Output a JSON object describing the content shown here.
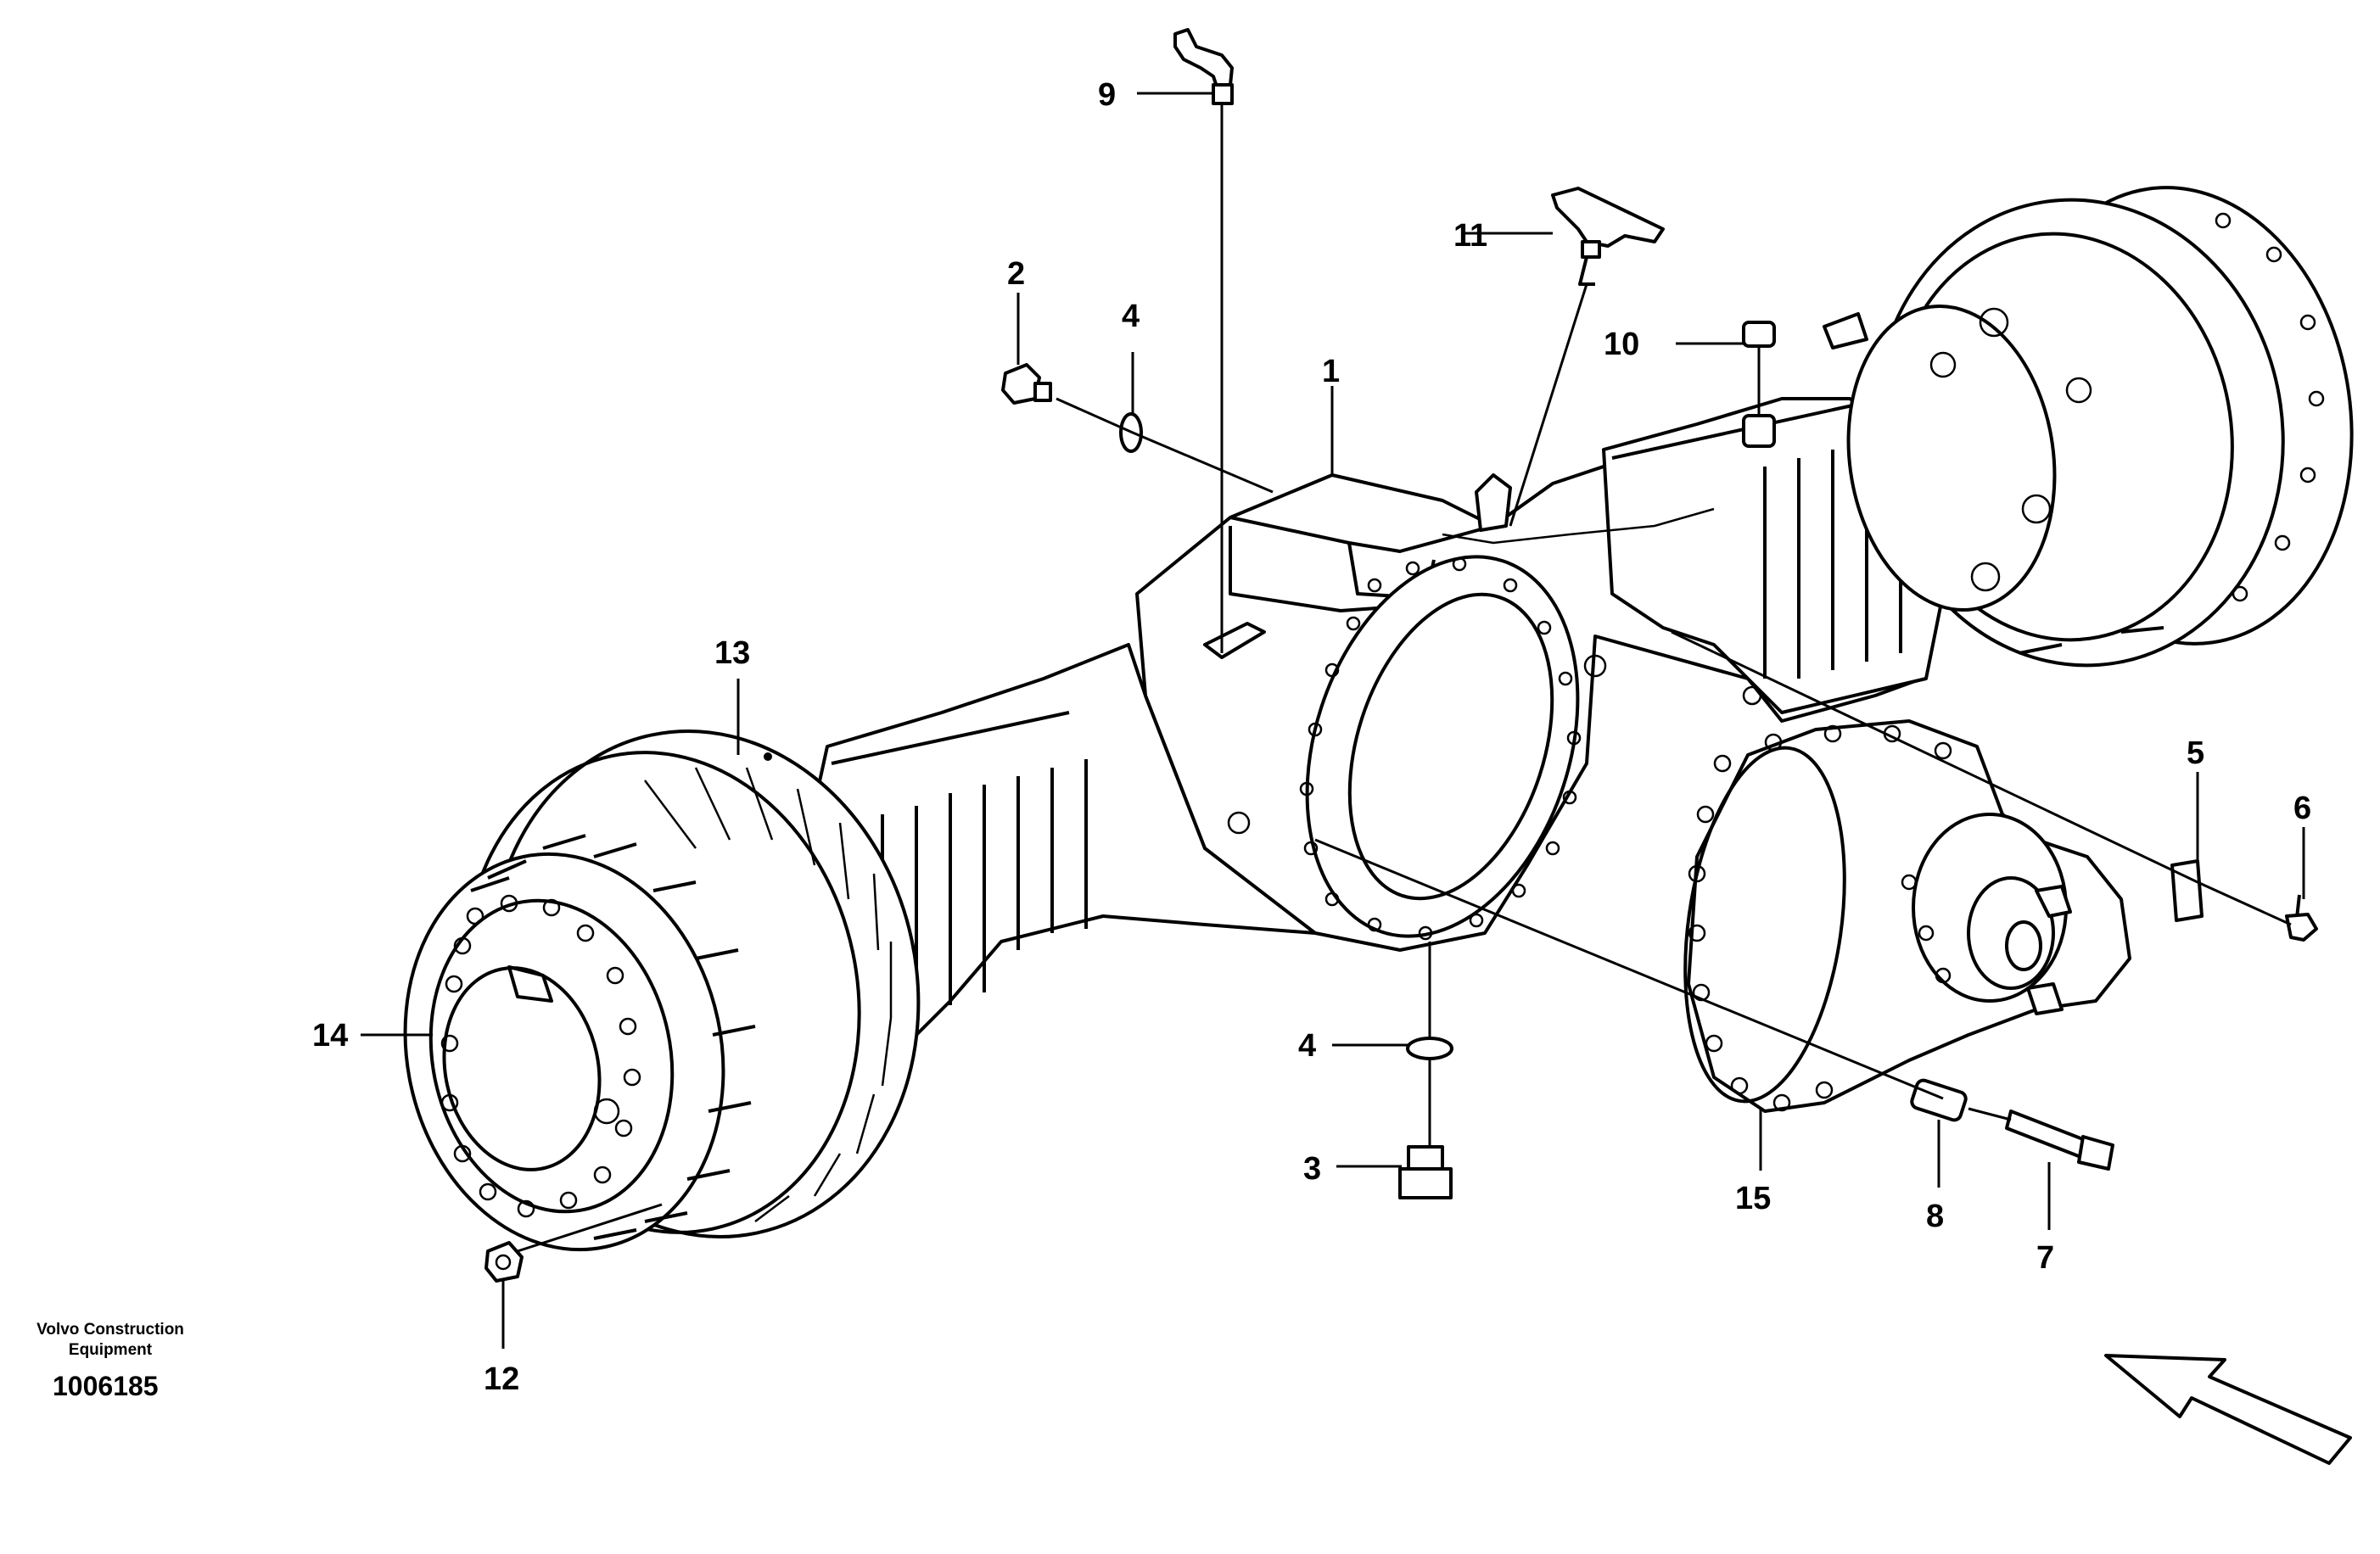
{
  "diagram": {
    "brand_line1": "Volvo Construction",
    "brand_line2": "Equipment",
    "document_number": "1006185",
    "callouts": {
      "c1": "1",
      "c2": "2",
      "c3": "3",
      "c4a": "4",
      "c4b": "4",
      "c5": "5",
      "c6": "6",
      "c7": "7",
      "c8": "8",
      "c9": "9",
      "c10": "10",
      "c11": "11",
      "c12": "12",
      "c13": "13",
      "c14": "14",
      "c15": "15"
    }
  }
}
